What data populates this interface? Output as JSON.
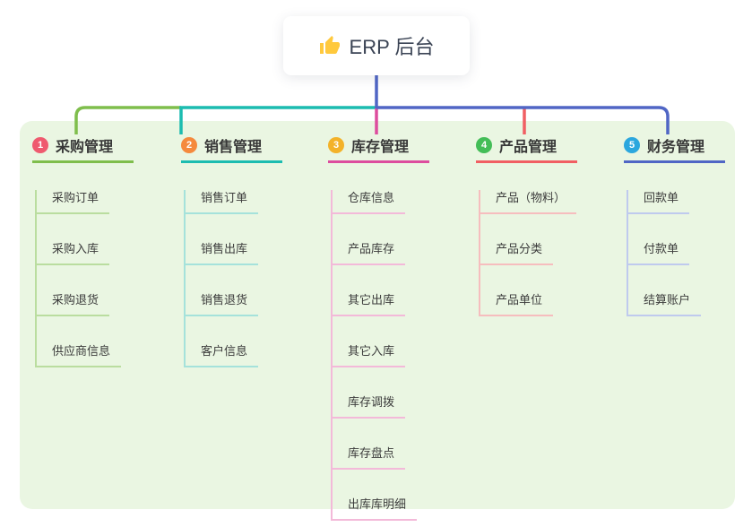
{
  "canvas": {
    "background": "#ffffff",
    "panel_background": "#eaf6e2"
  },
  "root": {
    "label": "ERP 后台",
    "icon": "thumbs-up-icon",
    "icon_color": "#ffc93d",
    "line_color": "#5066c5"
  },
  "branches": [
    {
      "badge": "1",
      "badge_color": "#ef5a6f",
      "label": "采购管理",
      "color": "#7fbe4c",
      "tint": "#badd9f",
      "children": [
        "采购订单",
        "采购入库",
        "采购退货",
        "供应商信息"
      ]
    },
    {
      "badge": "2",
      "badge_color": "#f58a3d",
      "label": "销售管理",
      "color": "#1cbcb0",
      "tint": "#a5e2db",
      "children": [
        "销售订单",
        "销售出库",
        "销售退货",
        "客户信息"
      ]
    },
    {
      "badge": "3",
      "badge_color": "#f3b229",
      "label": "库存管理",
      "color": "#dd4d9e",
      "tint": "#f3b9d9",
      "children": [
        "仓库信息",
        "产品库存",
        "其它出库",
        "其它入库",
        "库存调拨",
        "库存盘点",
        "出库库明细"
      ]
    },
    {
      "badge": "4",
      "badge_color": "#43bd57",
      "label": "产品管理",
      "color": "#f15f63",
      "tint": "#f6bdbe",
      "children": [
        "产品（物料）",
        "产品分类",
        "产品单位"
      ]
    },
    {
      "badge": "5",
      "badge_color": "#2ba7de",
      "label": "财务管理",
      "color": "#5066c5",
      "tint": "#bfcaee",
      "children": [
        "回款单",
        "付款单",
        "结算账户"
      ]
    }
  ]
}
